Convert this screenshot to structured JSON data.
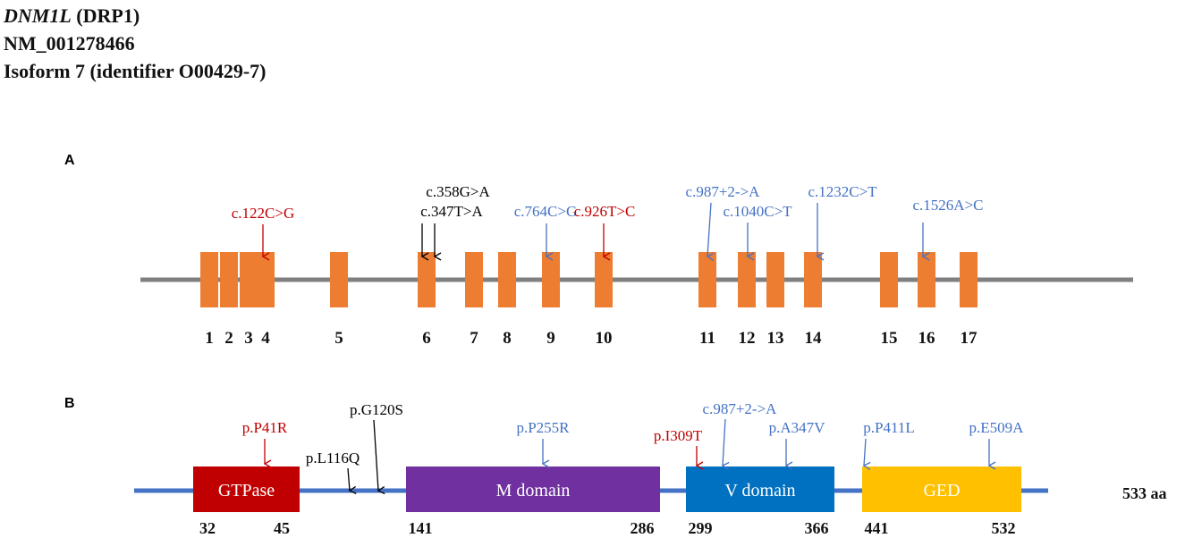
{
  "header": {
    "gene_symbol": "DNM1L",
    "gene_alias": " (DRP1)",
    "transcript": "NM_001278466",
    "isoform": "Isoform 7 (identifier O00429-7)"
  },
  "colors": {
    "exon": "#ED7D31",
    "intron_line": "#808080",
    "protein_line": "#4472C4",
    "red": "#C00000",
    "blue": "#4472C4",
    "black": "#000000",
    "gtpase": "#C00000",
    "m_domain": "#7030A0",
    "v_domain": "#0070C0",
    "ged": "#FFC000"
  },
  "panel_a": {
    "label": "A",
    "exons": [
      "1",
      "2",
      "3",
      "4",
      "5",
      "6",
      "7",
      "8",
      "9",
      "10",
      "11",
      "12",
      "13",
      "14",
      "15",
      "16",
      "17"
    ],
    "variants": [
      {
        "label": "c.122C>G",
        "exon": "4",
        "color": "red"
      },
      {
        "label": "c.358G>A",
        "exon": "6",
        "color": "black"
      },
      {
        "label": "c.347T>A",
        "exon": "6",
        "color": "black"
      },
      {
        "label": "c.764C>G",
        "exon": "9",
        "color": "blue"
      },
      {
        "label": "c.926T>C",
        "exon": "10",
        "color": "red"
      },
      {
        "label": "c.987+2->A",
        "exon": "11",
        "color": "blue"
      },
      {
        "label": "c.1040C>T",
        "exon": "12",
        "color": "blue"
      },
      {
        "label": "c.1232C>T",
        "exon": "14",
        "color": "blue"
      },
      {
        "label": "c.1526A>C",
        "exon": "16",
        "color": "blue"
      }
    ]
  },
  "panel_b": {
    "label": "B",
    "length_label": "533 aa",
    "domains": [
      {
        "name": "GTPase",
        "start": "32",
        "end": "45"
      },
      {
        "name": "M domain",
        "start": "141",
        "end": "286"
      },
      {
        "name": "V domain",
        "start": "299",
        "end": "366"
      },
      {
        "name": "GED",
        "start": "441",
        "end": "532"
      }
    ],
    "variants": [
      {
        "label": "p.P41R",
        "color": "red"
      },
      {
        "label": "p.L116Q",
        "color": "black"
      },
      {
        "label": "p.G120S",
        "color": "black"
      },
      {
        "label": "p.P255R",
        "color": "blue"
      },
      {
        "label": "p.I309T",
        "color": "red"
      },
      {
        "label": "c.987+2->A",
        "color": "blue"
      },
      {
        "label": "p.A347V",
        "color": "blue"
      },
      {
        "label": "p.P411L",
        "color": "blue"
      },
      {
        "label": "p.E509A",
        "color": "blue"
      }
    ]
  }
}
